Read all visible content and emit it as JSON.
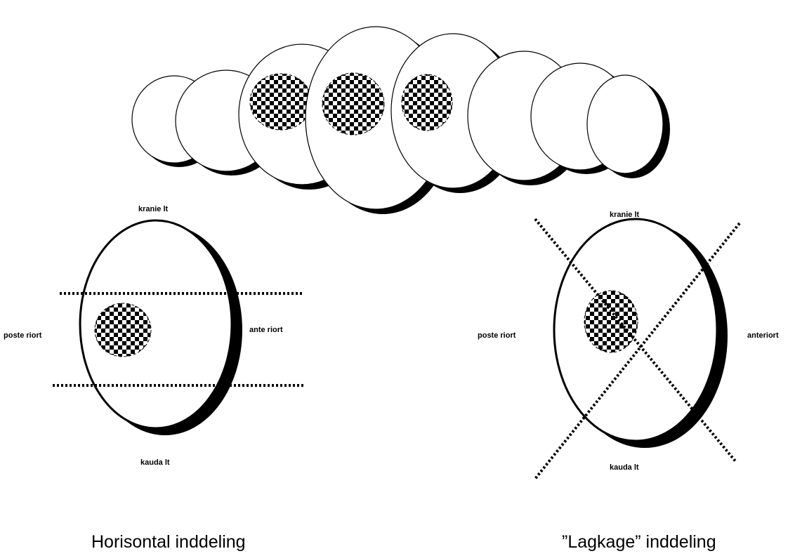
{
  "left_diagram": {
    "top": "kranie lt",
    "left": "poste riort",
    "right": "ante riort",
    "bottom": "kauda lt",
    "caption": "Horisontal inddeling"
  },
  "right_diagram": {
    "top": "kranie lt",
    "left": "poste riort",
    "right": "anteriort",
    "bottom": "kauda lt",
    "caption": "”Lagkage” inddeling"
  }
}
